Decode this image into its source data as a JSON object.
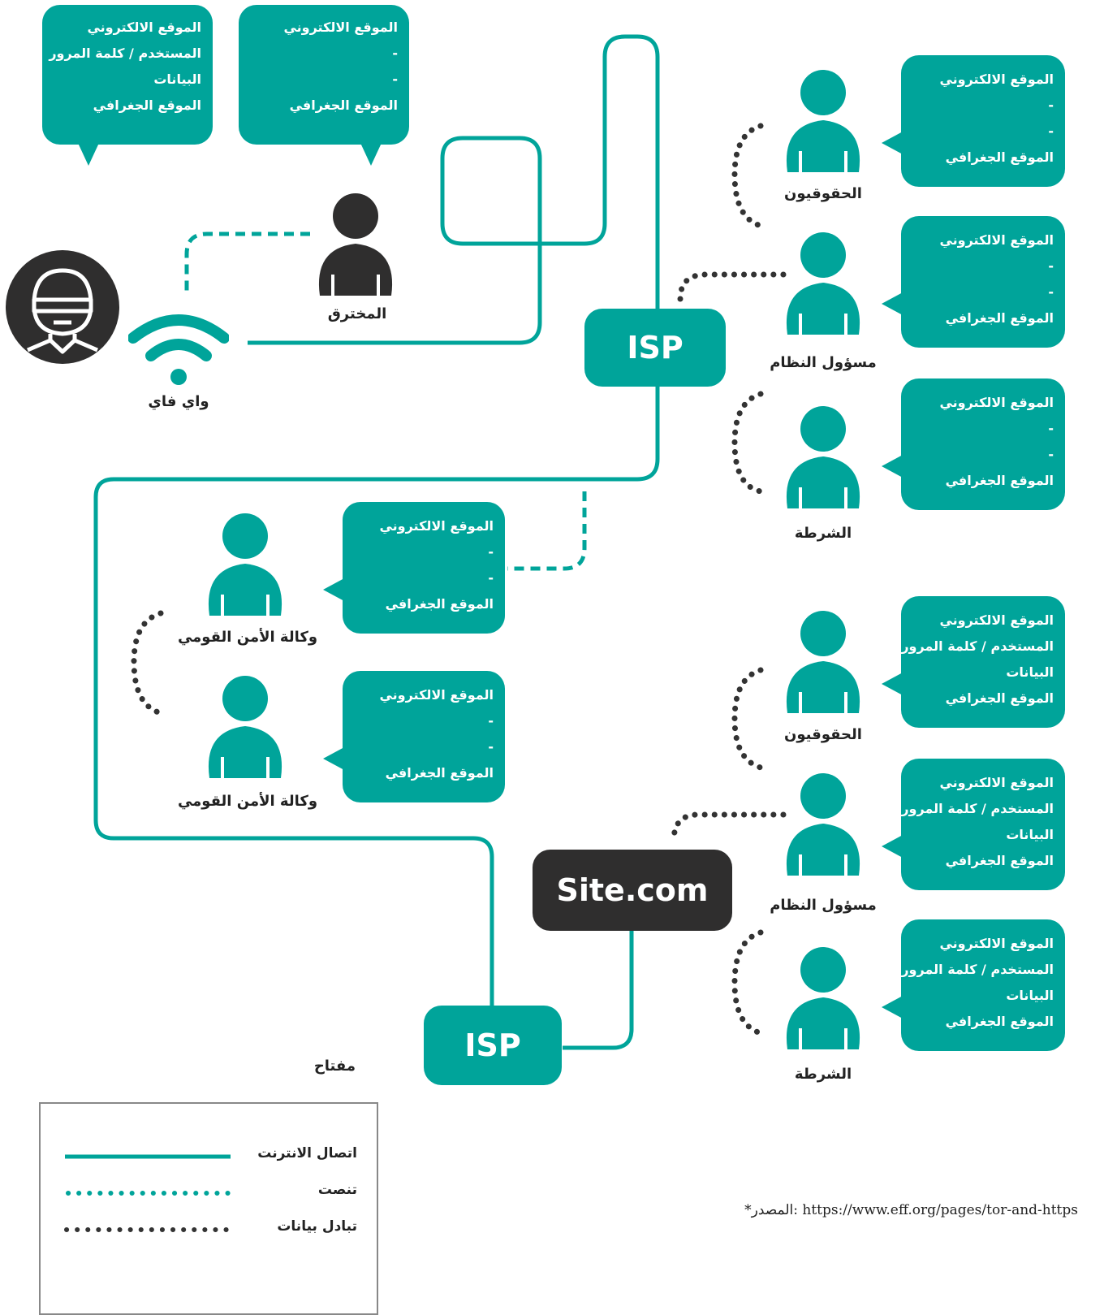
{
  "colors": {
    "teal": "#00a49a",
    "dark": "#2f2e2e",
    "dots": "#333333"
  },
  "nodes": {
    "isp_top": "ISP",
    "isp_bottom": "ISP",
    "site": "Site.com"
  },
  "wifi_label": "واي فاي",
  "hacker_label": "المخترق",
  "bubbles": {
    "hacker_left": [
      "الموقع الالكتروني",
      "المستخدم / كلمة المرور",
      "البيانات",
      "الموقع الجغرافي"
    ],
    "hacker_right": [
      "الموقع الالكتروني",
      "-",
      "-",
      "الموقع الجغرافي"
    ],
    "isp_right": [
      "الموقع الالكتروني",
      "-",
      "-",
      "الموقع الجغرافي"
    ],
    "nsa": [
      "الموقع الالكتروني",
      "-",
      "-",
      "الموقع الجغرافي"
    ],
    "site_right": [
      "الموقع الالكتروني",
      "المستخدم / كلمة المرور",
      "البيانات",
      "الموقع الجغرافي"
    ]
  },
  "people": {
    "lawyers": "الحقوقيون",
    "sysadmin": "مسؤول النظام",
    "police": "الشرطة",
    "nsa": "وكالة الأمن القومي"
  },
  "legend": {
    "title": "مفتاح",
    "internet": "اتصال الانترنت",
    "eavesdrop": "تنصت",
    "data_share": "تبادل بيانات"
  },
  "source_text": "*المصدر: https://www.eff.org/pages/tor-and-https"
}
